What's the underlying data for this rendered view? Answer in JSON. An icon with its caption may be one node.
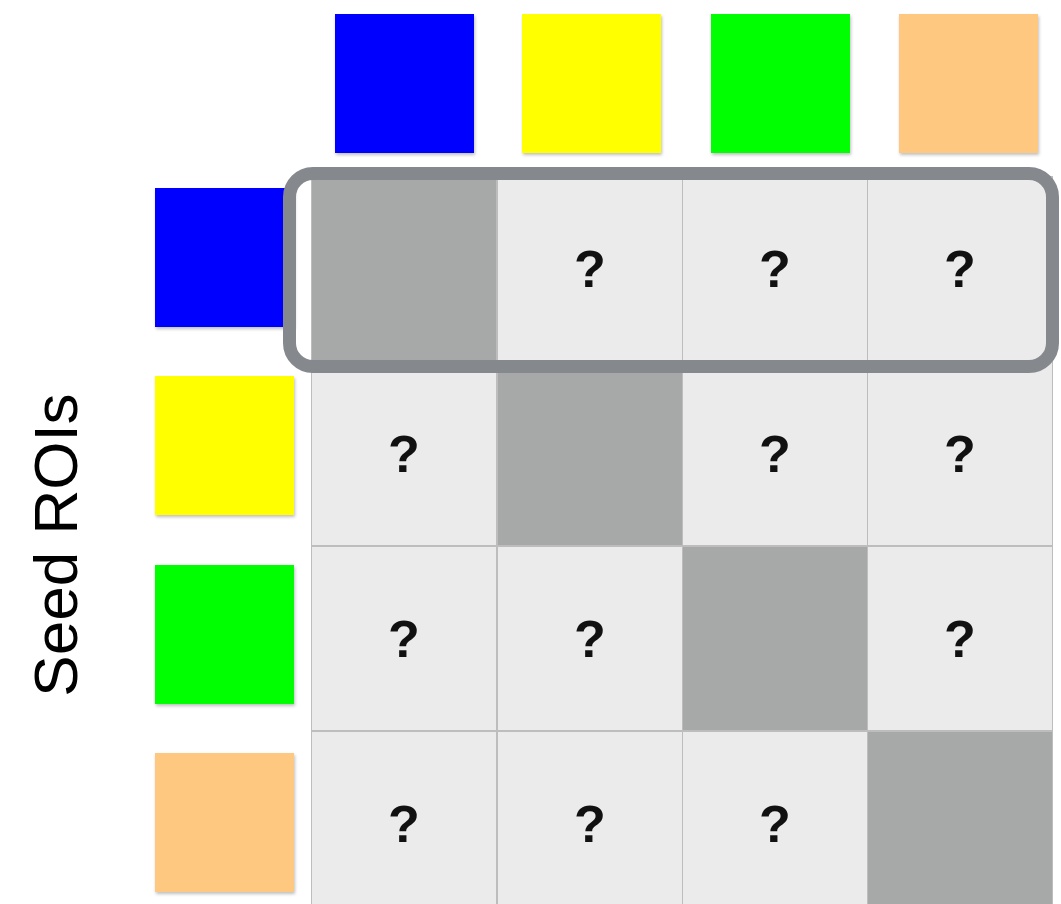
{
  "diagram": {
    "nodes": [
      {
        "text": [],
        "shape": "box"
      },
      {
        "text": [],
        "shape": "box"
      },
      {
        "text": [],
        "shape": "box"
      },
      {
        "text": [],
        "shape": "box"
      },
      {
        "text": [],
        "shape": "box"
      },
      {
        "text": [],
        "shape": "box"
      },
      {
        "text": [],
        "shape": "box"
      },
      {
        "text": [],
        "shape": "box"
      }
    ],
    "labels": [
      "Seed ROIs",
      "?",
      "?",
      "?",
      "?",
      "?",
      "?",
      "?",
      "?",
      "?",
      "?",
      "?",
      "?"
    ]
  }
}
